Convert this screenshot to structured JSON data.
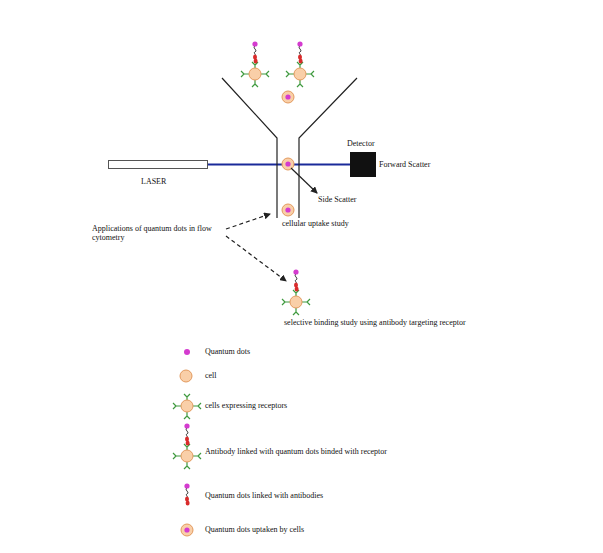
{
  "diagram": {
    "nodes": [
      {
        "text": [
          "LASER"
        ]
      },
      {
        "text": [
          "Detector",
          "Forward Scatter"
        ]
      }
    ],
    "edges": [
      {
        "from": 0,
        "to": 1,
        "arrow": "none"
      }
    ],
    "labels": [
      "Side Scatter",
      "Applications of quantum dots in flow cytometry",
      "cellular uptake study",
      "selective binding study using antibody targeting receptor"
    ],
    "legend": [
      {
        "text": "Quantum dots",
        "color": "#d43bcf"
      },
      {
        "text": "cell"
      },
      {
        "text": "cells expressing receptors"
      },
      {
        "text": "Antibody linked with quantum dots binded with receptor"
      },
      {
        "text": "Quantum dots linked with antibodies"
      },
      {
        "text": "Quantum dots uptaken by cells"
      }
    ]
  }
}
